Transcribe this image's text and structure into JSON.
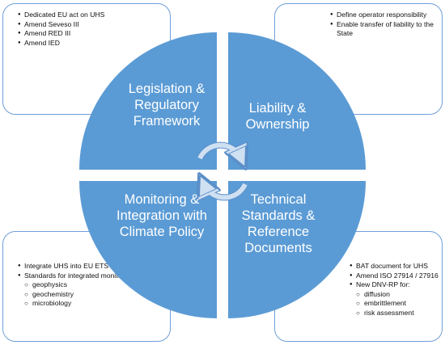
{
  "quadrants": {
    "top_left": "Legislation & Regulatory Framework",
    "top_right": "Liability & Ownership",
    "bottom_left": "Monitoring & Integration with Climate Policy",
    "bottom_right": "Technical Standards & Reference Documents"
  },
  "boxes": {
    "top_left": [
      "Dedicated EU act on UHS",
      "Amend Seveso III",
      "Amend RED III",
      "Amend IED"
    ],
    "top_right": [
      "Define operator responsibility",
      "Enable transfer of liability to the State"
    ],
    "bottom_left": {
      "items": [
        "Integrate UHS into EU ETS / IPCC",
        "Standards for integrated monitoring:"
      ],
      "subitems": [
        "geophysics",
        "geochemistry",
        "microbiology"
      ]
    },
    "bottom_right": {
      "items": [
        "BAT document for UHS",
        "Amend ISO 27914 / 27916",
        "New DNV-RP for:"
      ],
      "subitems": [
        "diffusion",
        "embrittlement",
        "risk assessment"
      ]
    }
  },
  "colors": {
    "wheel_fill": "#5b9bd5",
    "box_border": "#6f9fd8",
    "arrow": "#cfe0f2"
  },
  "icons": {
    "center": "cycle-arrows-icon"
  }
}
